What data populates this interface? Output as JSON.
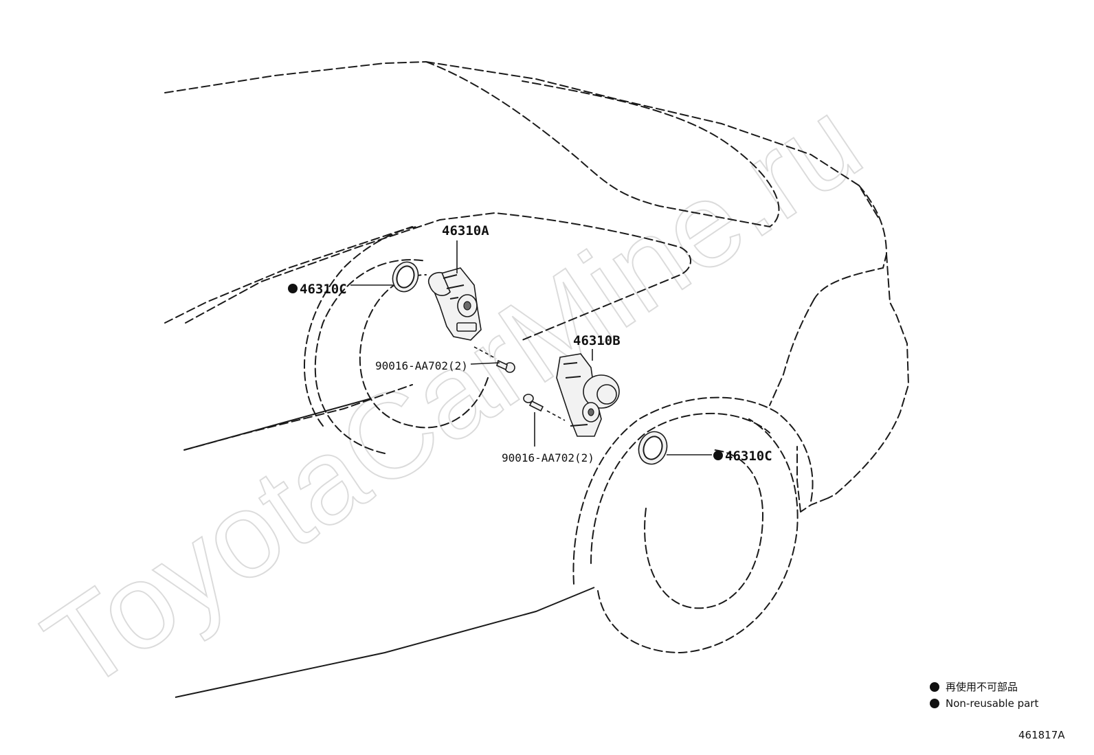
{
  "watermark": "ToyotaCarMine.ru",
  "callouts": {
    "sensor_a": "46310A",
    "sensor_b": "46310B",
    "ring_left": "46310C",
    "ring_right": "46310C",
    "bolt_upper": "90016-AA702(2)",
    "bolt_lower": "90016-AA702(2)"
  },
  "legend": {
    "japanese": "再使用不可部品",
    "english": "Non-reusable part"
  },
  "figure_id": "461817A",
  "colors": {
    "line": "#1a1a1a",
    "watermark": "#d8d8d8",
    "background": "#ffffff"
  },
  "icons": {
    "non_reusable_marker": "filled-circle"
  }
}
